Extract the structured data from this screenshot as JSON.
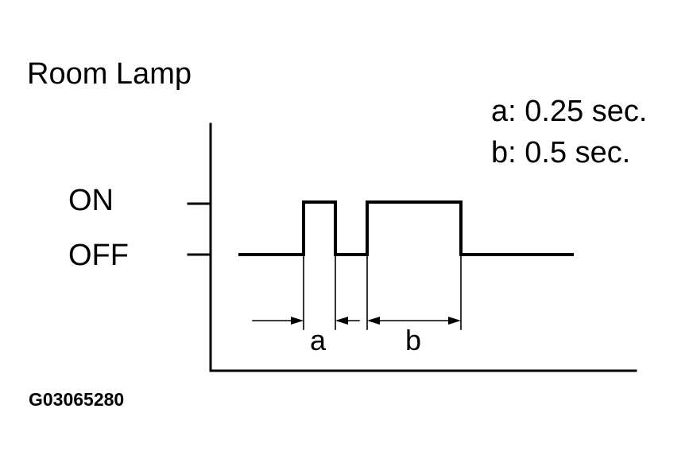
{
  "title": "Room Lamp",
  "legend": {
    "a": "a: 0.25 sec.",
    "b": "b: 0.5 sec."
  },
  "states": {
    "on": "ON",
    "off": "OFF"
  },
  "dimensions": {
    "a": "a",
    "b": "b"
  },
  "figure_code": "G03065280",
  "signal": {
    "sequence": [
      "OFF",
      "ON",
      "OFF",
      "ON",
      "OFF"
    ],
    "pulse_a_seconds": 0.25,
    "pulse_b_seconds": 0.5
  }
}
